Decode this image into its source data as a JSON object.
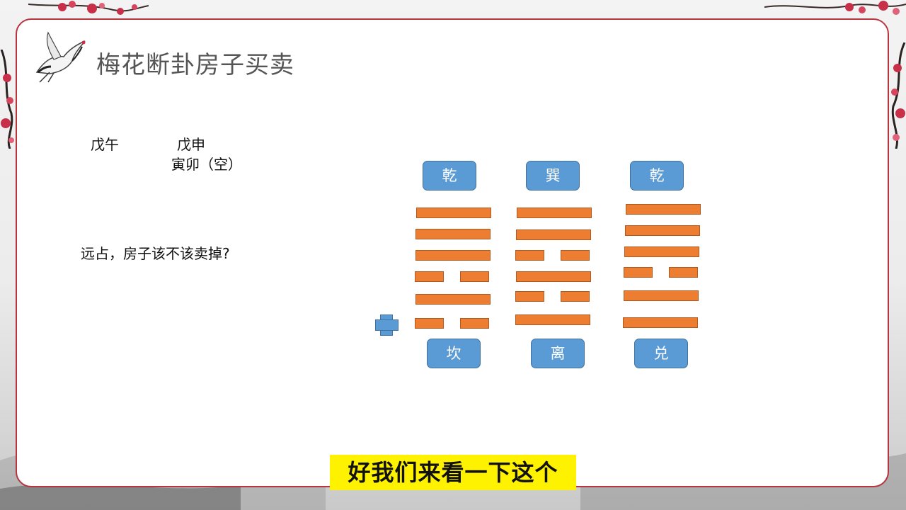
{
  "slide": {
    "title": "梅花断卦房子买卖",
    "date_left": "戊午",
    "date_right": "戊申",
    "void_line": "寅卯（空）",
    "question": "远占，房子该不该卖掉?"
  },
  "hexagrams": [
    {
      "top_label": "乾",
      "bottom_label": "坎",
      "lines_top_to_bottom": [
        "yang",
        "yang",
        "yang",
        "yin",
        "yang",
        "yin"
      ],
      "moving_line_marker": "bottom"
    },
    {
      "top_label": "巽",
      "bottom_label": "离",
      "lines_top_to_bottom": [
        "yang",
        "yang",
        "yin",
        "yang",
        "yin",
        "yang"
      ]
    },
    {
      "top_label": "乾",
      "bottom_label": "兑",
      "lines_top_to_bottom": [
        "yang",
        "yang",
        "yang",
        "yin",
        "yang",
        "yang"
      ]
    }
  ],
  "subtitle": "好我们来看一下这个",
  "colors": {
    "frame_border": "#b8343f",
    "line_fill": "#ed7d31",
    "label_fill": "#5b9bd5",
    "subtitle_bg": "#fff200"
  }
}
